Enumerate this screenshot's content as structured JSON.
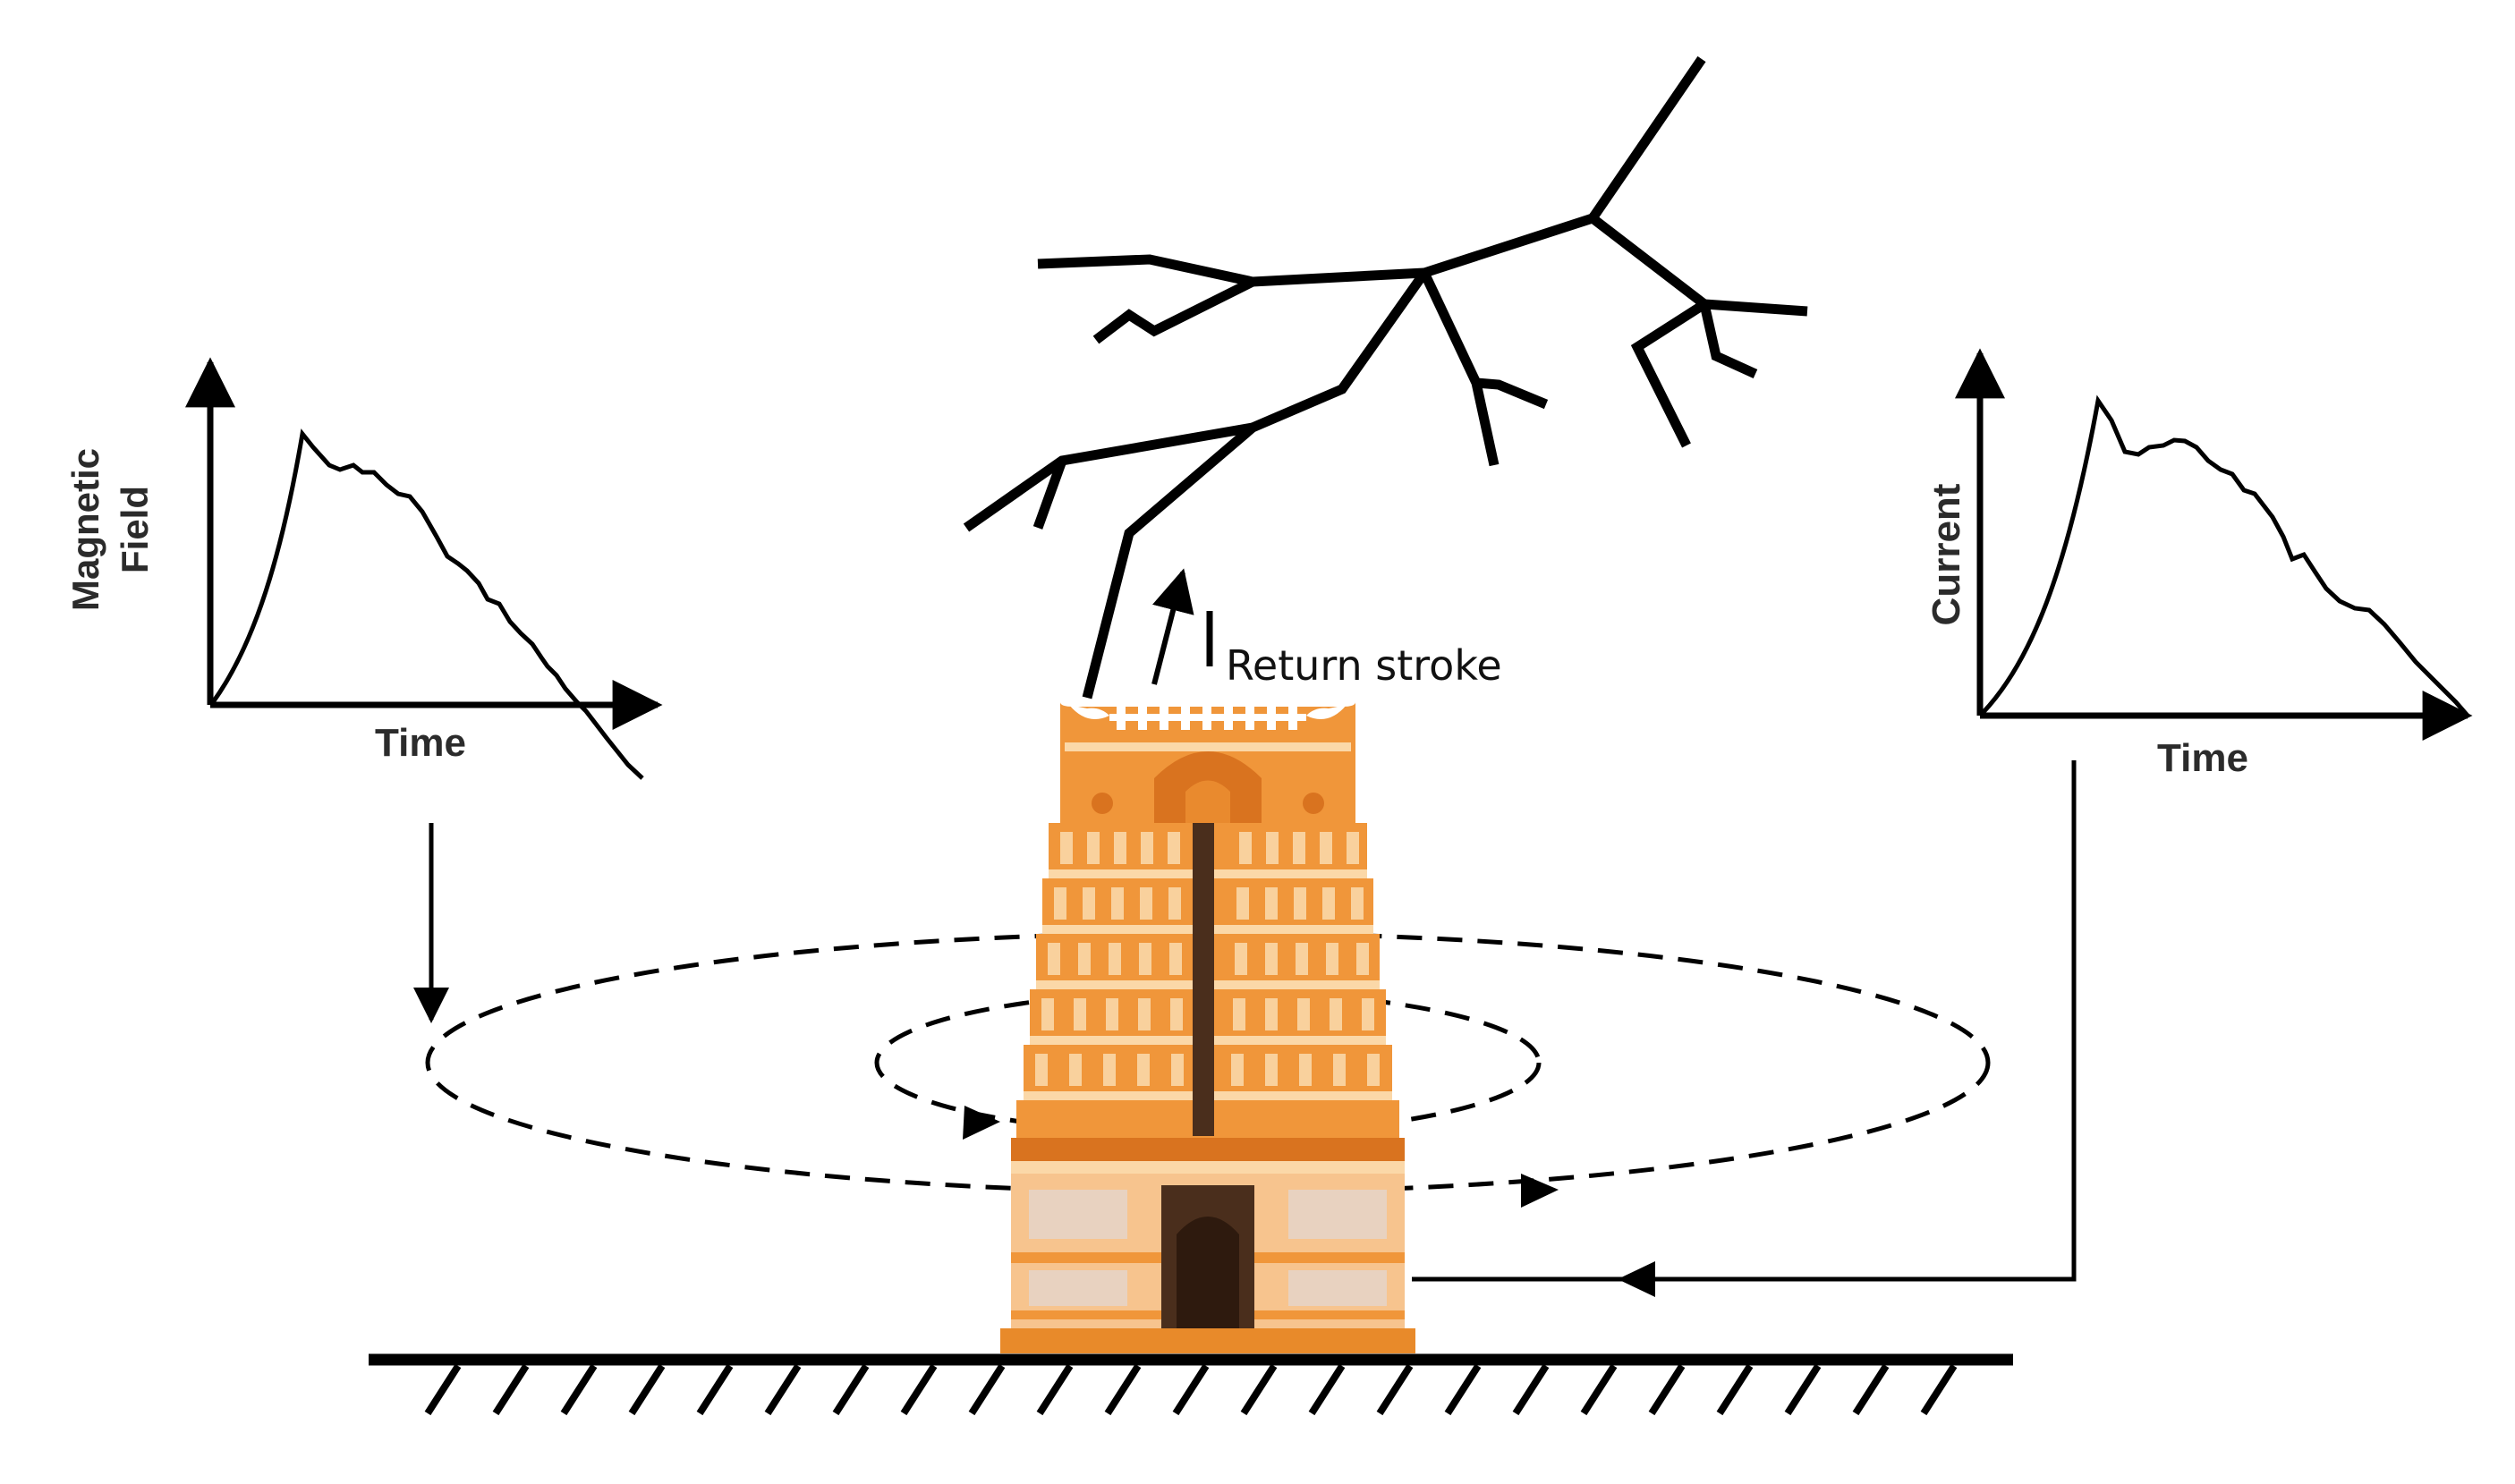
{
  "left_graph": {
    "y_label_line1": "Magnetic",
    "y_label_line2": "Field",
    "x_label": "Time"
  },
  "right_graph": {
    "y_label": "Current",
    "x_label": "Time"
  },
  "current_symbol": "I",
  "return_stroke_label": "Return stroke",
  "colors": {
    "line": "#000000",
    "tower_orange": "#f0963a",
    "tower_dark_orange": "#d9731f",
    "tower_light": "#fbd8a8",
    "tower_beige": "#e8d2c0",
    "tower_brown": "#4a2e1c",
    "ground": "#000000"
  },
  "icons": [
    "lightning-bolt-icon",
    "temple-tower-icon",
    "ground-hatch-icon"
  ]
}
